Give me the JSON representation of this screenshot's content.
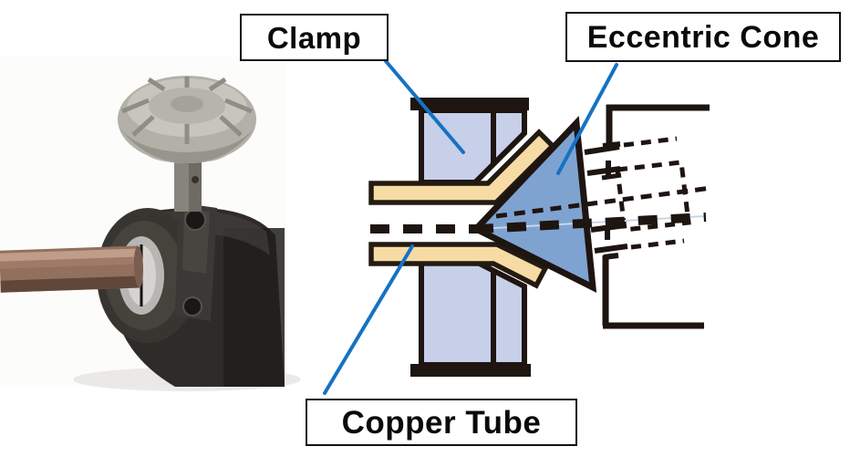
{
  "labels": {
    "clamp": "Clamp",
    "eccentric_cone": "Eccentric Cone",
    "copper_tube": "Copper Tube"
  },
  "colors": {
    "leader_line_blue": "#1572c4",
    "clamp_fill": "#c7cfe9",
    "cone_fill": "#7fa3d1",
    "copper_tube_fill": "#f6dba4",
    "diagram_outline": "#1e1410",
    "label_border": "#111111",
    "label_text": "#0a0a0a",
    "background": "#ffffff",
    "photo_copper": "#91705e",
    "photo_metal_light": "#c8c5bd",
    "photo_body_dark": "#2e2b29"
  }
}
